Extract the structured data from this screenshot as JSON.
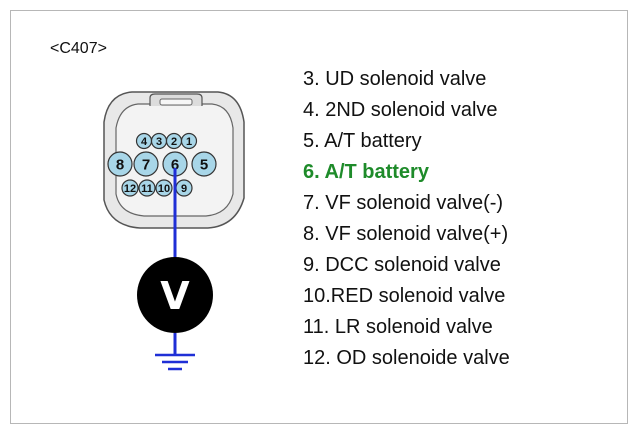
{
  "connector_id": "<C407>",
  "meter_symbol": "V",
  "colors": {
    "probe_wire": "#1f2fd6",
    "pin_fill": "#a8d6e8",
    "highlight_text": "#1e8b2a",
    "connector_fill": "#e8e8e8",
    "meter_fill": "#000000"
  },
  "pins_top": [
    "4",
    "3",
    "2",
    "1"
  ],
  "pins_middle": [
    "8",
    "7",
    "6",
    "5"
  ],
  "pins_bottom": [
    "12",
    "11",
    "10",
    "9"
  ],
  "probe_pin": "6",
  "pin_list": [
    {
      "label": "3. UD solenoid valve",
      "highlight": false
    },
    {
      "label": "4. 2ND solenoid valve",
      "highlight": false
    },
    {
      "label": "5. A/T battery",
      "highlight": false
    },
    {
      "label": "6. A/T battery",
      "highlight": true
    },
    {
      "label": "7. VF solenoid valve(-)",
      "highlight": false
    },
    {
      "label": "8. VF solenoid valve(+)",
      "highlight": false
    },
    {
      "label": "9. DCC solenoid valve",
      "highlight": false
    },
    {
      "label": "10.RED solenoid valve",
      "highlight": false
    },
    {
      "label": "11. LR solenoid valve",
      "highlight": false
    },
    {
      "label": "12. OD solenoide valve",
      "highlight": false
    }
  ]
}
